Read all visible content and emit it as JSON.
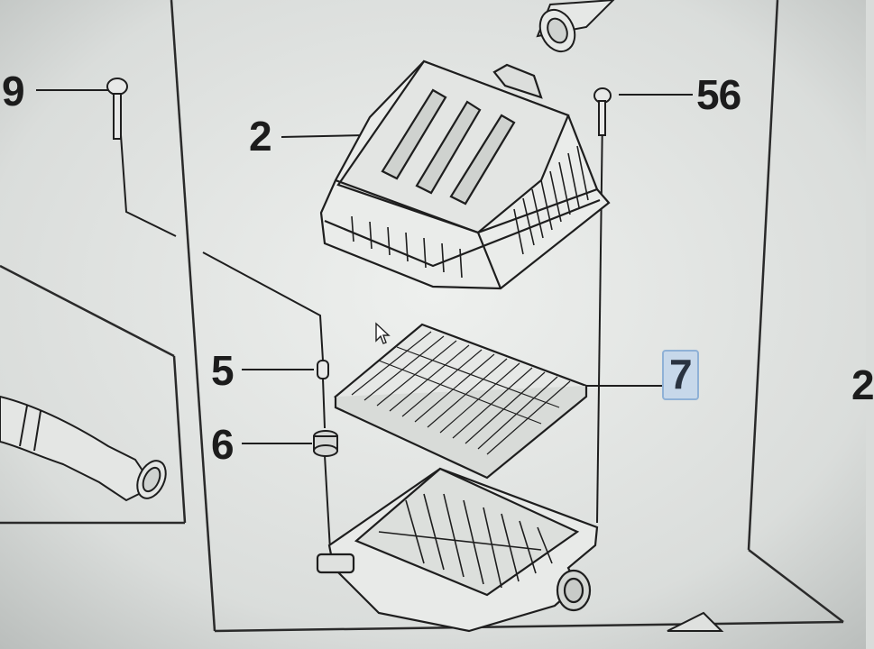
{
  "diagram": {
    "callouts": [
      {
        "id": "9",
        "label": "9"
      },
      {
        "id": "2",
        "label": "2"
      },
      {
        "id": "56",
        "label": "56"
      },
      {
        "id": "5",
        "label": "5"
      },
      {
        "id": "6",
        "label": "6"
      },
      {
        "id": "7",
        "label": "7",
        "highlighted": true
      },
      {
        "id": "edge",
        "label": "2"
      }
    ],
    "colors": {
      "background": "#d9dcda",
      "line": "#1e1e1e",
      "highlight": "#c7d8ea",
      "highlight_border": "#8fb1d6"
    }
  }
}
